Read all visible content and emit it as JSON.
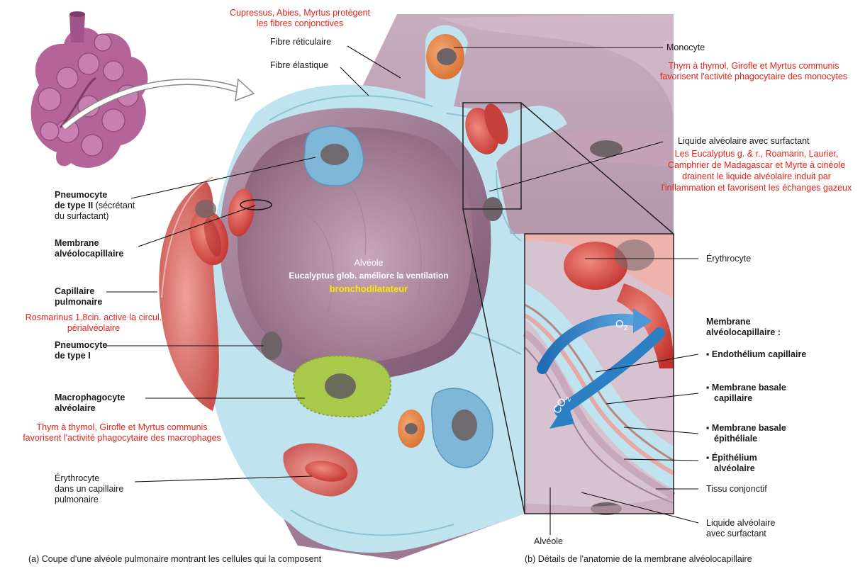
{
  "labels": {
    "cupressus": [
      "Cupressus, Abies, Myrtus protègent",
      "les fibres conjonctives"
    ],
    "fibre_reticulaire": "Fibre réticulaire",
    "fibre_elastique": "Fibre élastique",
    "monocyte": "Monocyte",
    "thym_monocytes": [
      "Thym à thymol, Girofle et Myrtus communis",
      "favorisent l'activité phagocytaire des monocytes"
    ],
    "liquide_alveolaire": "Liquide alvéolaire avec surfactant",
    "eucalyptus_note": [
      "Les Eucalyptus g. & r., Roamarin, Laurier,",
      "Camphrier de Madagascar et Myrte à cinéole",
      "drainent le liquide alvéolaire induit par",
      "l'inflammation et favorisent les échanges gazeux"
    ],
    "pneumocyte_2_bold": [
      "Pneumocyte",
      "de type II"
    ],
    "pneumocyte_2_extra": [
      "(sécrétant",
      "du surfactant)"
    ],
    "membrane_alveolocapillaire_left": [
      "Membrane",
      "alvéolocapillaire"
    ],
    "capillaire_pulmonaire": [
      "Capillaire",
      "pulmonaire"
    ],
    "rosmarinus": [
      "Rosmarinus 1,8cin. active la circul.",
      "périalvéolaire"
    ],
    "pneumocyte_1": [
      "Pneumocyte",
      "de type I"
    ],
    "macrophagocyte": [
      "Macrophagocyte",
      "alvéolaire"
    ],
    "thym_macrophages": [
      "Thym à thymol, Girofle et Myrtus communis",
      "favorisent l'activité phagocytaire des macrophages"
    ],
    "erythrocyte_capillaire": [
      "Érythrocyte",
      "dans un capillaire",
      "pulmonaire"
    ],
    "alveole_center": "Alvéole",
    "eucalyptus_ventilation": "Eucalyptus glob. améliore la ventilation",
    "bronchodilatateur": "bronchodilatateur",
    "erythrocyte_right": "Érythrocyte",
    "membrane_header": [
      "Membrane",
      "alvéolocapillaire :"
    ],
    "endothelium": "Endothélium capillaire",
    "membrane_basale_capillaire": [
      "Membrane basale",
      "capillaire"
    ],
    "membrane_basale_epitheliale": [
      "Membrane basale",
      "épithéliale"
    ],
    "epithelium_alveolaire": [
      "Épithélium",
      "alvéolaire"
    ],
    "tissu_conjonctif": "Tissu conjonctif",
    "liquide_right": [
      "Liquide alvéolaire",
      "avec surfactant"
    ],
    "alveole_bottom": "Alvéole",
    "o2": "O",
    "o2_sub": "2",
    "co2": "CO",
    "co2_sub": "2"
  },
  "captions": {
    "a": "(a) Coupe d'une alvéole pulmonaire montrant les cellules qui la composent",
    "b": "(b) Détails de l'anatomie de la membrane alvéolocapillaire"
  },
  "colors": {
    "annotation_red": "#e3241b",
    "highlight_yellow": "#ffe600",
    "connective_blue": "#bfe3ef",
    "alveole_purple": "#b58aa0",
    "erythrocyte_red": "#d9463f",
    "macrophage_green": "#a9c94a",
    "monocyte_orange": "#e58a4c",
    "gas_arrow_blue": "#2b7fc3"
  }
}
